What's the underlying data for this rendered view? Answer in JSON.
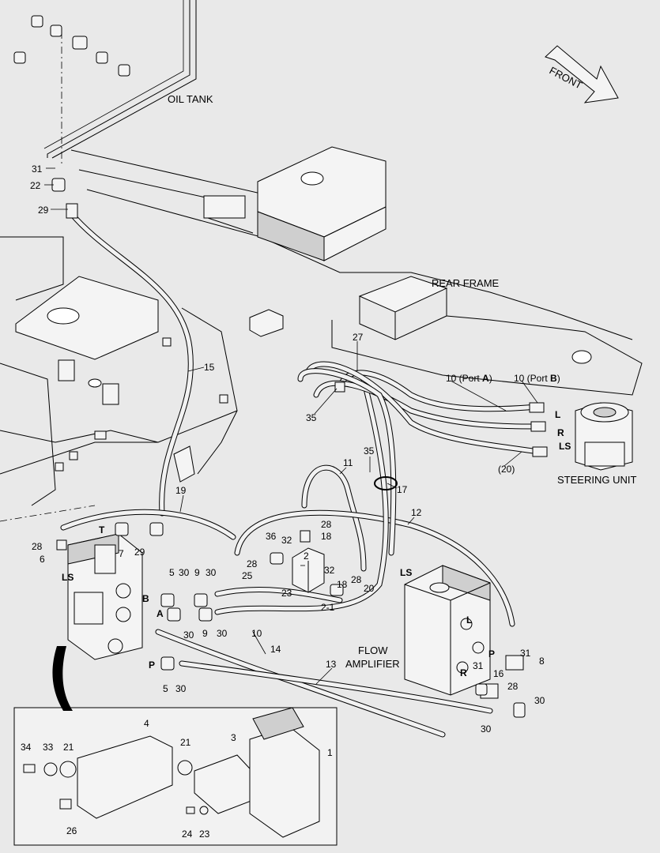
{
  "labels": {
    "oil_tank": "OIL TANK",
    "rear_frame": "REAR FRAME",
    "front": "FRONT",
    "steering_unit": "STEERING UNIT",
    "flow_amplifier_1": "FLOW",
    "flow_amplifier_2": "AMPLIFIER"
  },
  "callouts": {
    "c31a": "31",
    "c22": "22",
    "c29a": "29",
    "c15": "15",
    "c27": "27",
    "c35a": "35",
    "c10a_num": "10 (Port ",
    "c10a_port": "A",
    "c10a_end": ")",
    "c10b_num": "10 (Port ",
    "c10b_port": "B",
    "c10b_end": ")",
    "cL1": "L",
    "cR1": "R",
    "cLS1": "LS",
    "c20a": "(20)",
    "c35b": "35",
    "c17": "17",
    "c11": "11",
    "c19": "19",
    "c12": "12",
    "cT": "T",
    "c7": "7",
    "c29b": "29",
    "c28a": "28",
    "c6": "6",
    "cLS2": "LS",
    "c28b": "28",
    "c18a": "18",
    "c36": "36",
    "c32a": "32",
    "c2": "2",
    "c28c": "28",
    "c25": "25",
    "cLS3": "LS",
    "c32b": "32",
    "c18b": "18",
    "c28d": "28",
    "c23a": "23",
    "c21a": "2-1",
    "c20b": "20",
    "c5a": "5",
    "c30a": "30",
    "c9a": "9",
    "c30b": "30",
    "cB": "B",
    "cA": "A",
    "c30c": "30",
    "c9b": "9",
    "c30d": "30",
    "c10c": "10",
    "cL2": "L",
    "cP1": "P",
    "cR2": "R",
    "c31b": "31",
    "c8": "8",
    "c16": "16",
    "c31c": "31",
    "c28e": "28",
    "c30e": "30",
    "c14": "14",
    "c13": "13",
    "cP2": "P",
    "c5b": "5",
    "c30f": "30",
    "c30g": "30",
    "c4": "4",
    "c3": "3",
    "c1": "1",
    "c34": "34",
    "c33": "33",
    "c21b": "21",
    "c21c": "21",
    "c26": "26",
    "c24": "24",
    "c23b": "23"
  }
}
